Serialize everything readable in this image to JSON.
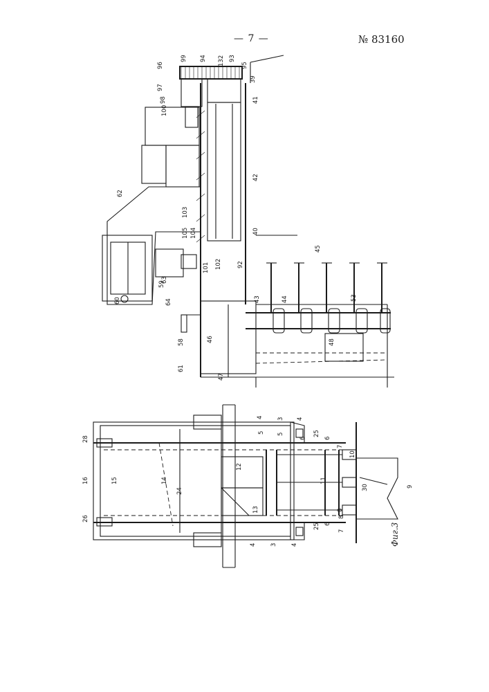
{
  "header": {
    "page_number": "— 7 —",
    "patent_number": "№ 83160"
  },
  "figure": {
    "caption": "Фиг.3"
  },
  "drawing_top": {
    "labels": [
      "96",
      "99",
      "94",
      "132",
      "93",
      "95",
      "97",
      "39",
      "98",
      "41",
      "100",
      "42",
      "62",
      "103",
      "40",
      "105",
      "104",
      "102",
      "101",
      "92",
      "63",
      "45",
      "59",
      "60",
      "64",
      "43",
      "44",
      "53",
      "58",
      "46",
      "48",
      "61",
      "47"
    ]
  },
  "drawing_bottom": {
    "labels": [
      "28",
      "16",
      "15",
      "26",
      "14",
      "24",
      "12",
      "13",
      "3",
      "4",
      "4",
      "5",
      "5",
      "25",
      "6",
      "6",
      "7",
      "10",
      "11",
      "8",
      "30",
      "9",
      "4",
      "4",
      "3",
      "25",
      "6",
      "7",
      "8"
    ]
  }
}
